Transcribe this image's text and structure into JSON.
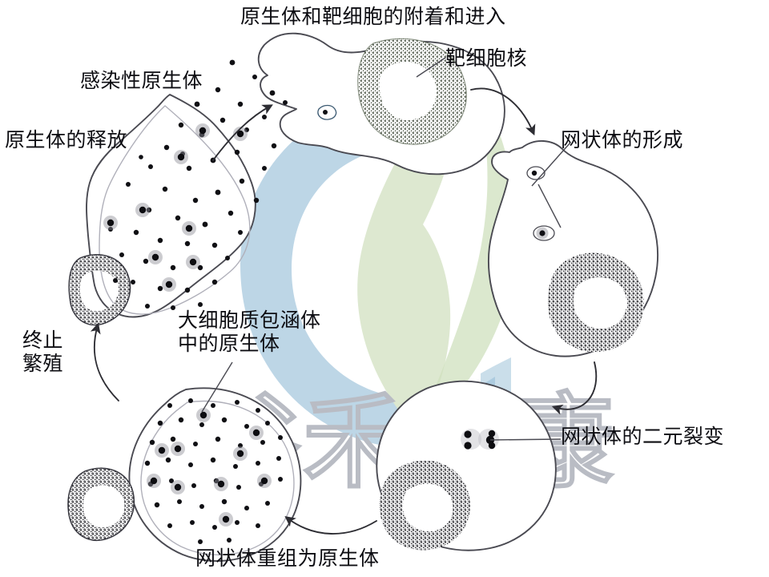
{
  "figure": {
    "title_text": "原生体和靶细胞的附着和进入",
    "kind": "cycle-diagram",
    "background": "#ffffff",
    "ink_color": "#3c3c44",
    "text_color": "#0d0d12"
  },
  "watermark": {
    "text": "谷禾健康",
    "logo_name": "leaf-in-c-logo",
    "arc_color": "#bdd6e6",
    "leaf_color": "#dde8d0",
    "outline_color": "#b9bcc4"
  },
  "labels": {
    "attachment_entry": "原生体和靶细胞的附着和进入",
    "infectious_elementary_body": "感染性原生体",
    "elementary_body_release": "原生体的释放",
    "target_cell_nucleus": "靶细胞核",
    "reticulate_body_formation": "网状体的形成",
    "reticulate_body_binary_fission": "网状体的二元裂变",
    "reticulate_body_to_elementary_body": "网状体重组为原生体",
    "stop_proliferation": "终止\n繁殖",
    "elementary_bodies_in_large_inclusion": "大细胞质包涵体\n中的原生体"
  },
  "stages": [
    {
      "id": "attachment",
      "label": "原生体和靶细胞的附着和进入",
      "order": 1
    },
    {
      "id": "rb-formation",
      "label": "网状体的形成",
      "order": 2
    },
    {
      "id": "rb-fission",
      "label": "网状体的二元裂变",
      "order": 3
    },
    {
      "id": "rb-to-eb",
      "label": "网状体重组为原生体",
      "order": 4
    },
    {
      "id": "inclusion",
      "label": "大细胞质包涵体中的原生体",
      "order": 5
    },
    {
      "id": "stop-growth",
      "label": "终止繁殖",
      "order": 6
    },
    {
      "id": "eb-release",
      "label": "原生体的释放",
      "order": 7
    },
    {
      "id": "infectious",
      "label": "感染性原生体",
      "order": 8
    }
  ]
}
